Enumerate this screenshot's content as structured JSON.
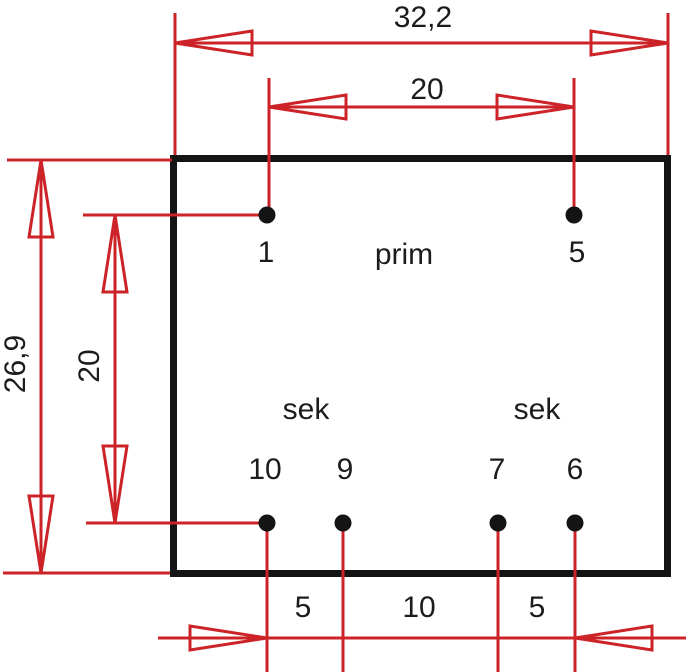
{
  "diagram": {
    "title": "transformer-footprint-dimension-drawing",
    "colors": {
      "dimension_red": "#cc2328",
      "outline_black": "#141414",
      "text": "#1c1c1c",
      "background": "#ffffff"
    },
    "dimensions": {
      "overall_width": "32,2",
      "top_pin_spacing": "20",
      "overall_height": "26,9",
      "pin_row_spacing": "20",
      "bottom_spacing_left": "5",
      "bottom_spacing_middle": "10",
      "bottom_spacing_right": "5"
    },
    "windings": {
      "primary": "prim",
      "secondary_left": "sek",
      "secondary_right": "sek"
    },
    "pins": {
      "top": [
        "1",
        "5"
      ],
      "bottom": [
        "10",
        "9",
        "7",
        "6"
      ]
    }
  }
}
